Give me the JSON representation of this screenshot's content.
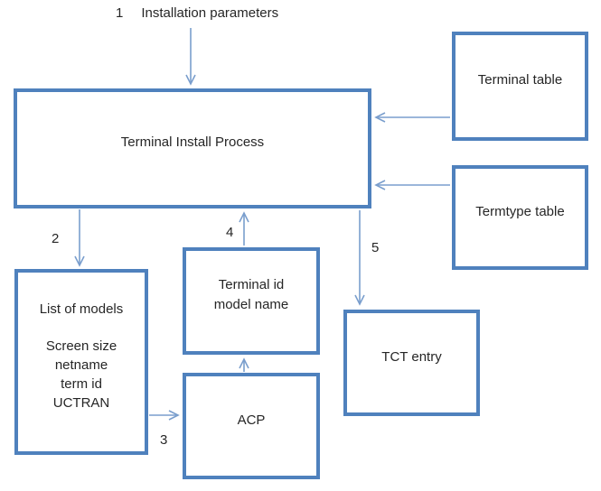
{
  "diagram": {
    "description": "Terminal installation process flow diagram"
  },
  "colors": {
    "box_border": "#4f81bd",
    "arrow": "#7a9ecd",
    "text": "#262626",
    "background": "#ffffff"
  },
  "labels": {
    "step1": {
      "number": "1",
      "text": "Installation parameters"
    },
    "step2": {
      "number": "2"
    },
    "step3": {
      "number": "3"
    },
    "step4": {
      "number": "4"
    },
    "step5": {
      "number": "5"
    }
  },
  "boxes": {
    "terminal_install_process": {
      "label": "Terminal Install Process"
    },
    "terminal_table": {
      "label": "Terminal table"
    },
    "termtype_table": {
      "label": "Termtype table"
    },
    "list_of_models": {
      "title": "List of models",
      "items": [
        "Screen size",
        "netname",
        "term id",
        "UCTRAN"
      ]
    },
    "terminal_id_model_name": {
      "line1": "Terminal id",
      "line2": "model name"
    },
    "acp": {
      "label": "ACP"
    },
    "tct_entry": {
      "label": "TCT entry"
    }
  }
}
